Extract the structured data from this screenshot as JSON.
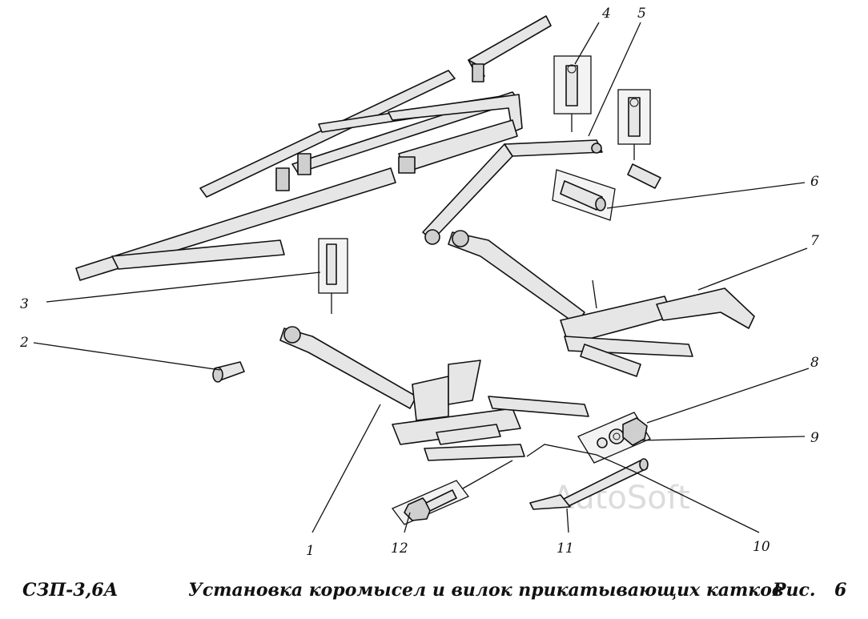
{
  "caption": {
    "model": "СЗП-3,6А",
    "title": "Установка коромысел и вилок прикатывающих катков",
    "fig_label": "Рис.",
    "fig_number": "6"
  },
  "watermark": "AutoSoft",
  "callouts": {
    "c1": "1",
    "c2": "2",
    "c3": "3",
    "c4": "4",
    "c5": "5",
    "c6": "6",
    "c7": "7",
    "c8": "8",
    "c9": "9",
    "c10": "10",
    "c11": "11",
    "c12": "12"
  }
}
